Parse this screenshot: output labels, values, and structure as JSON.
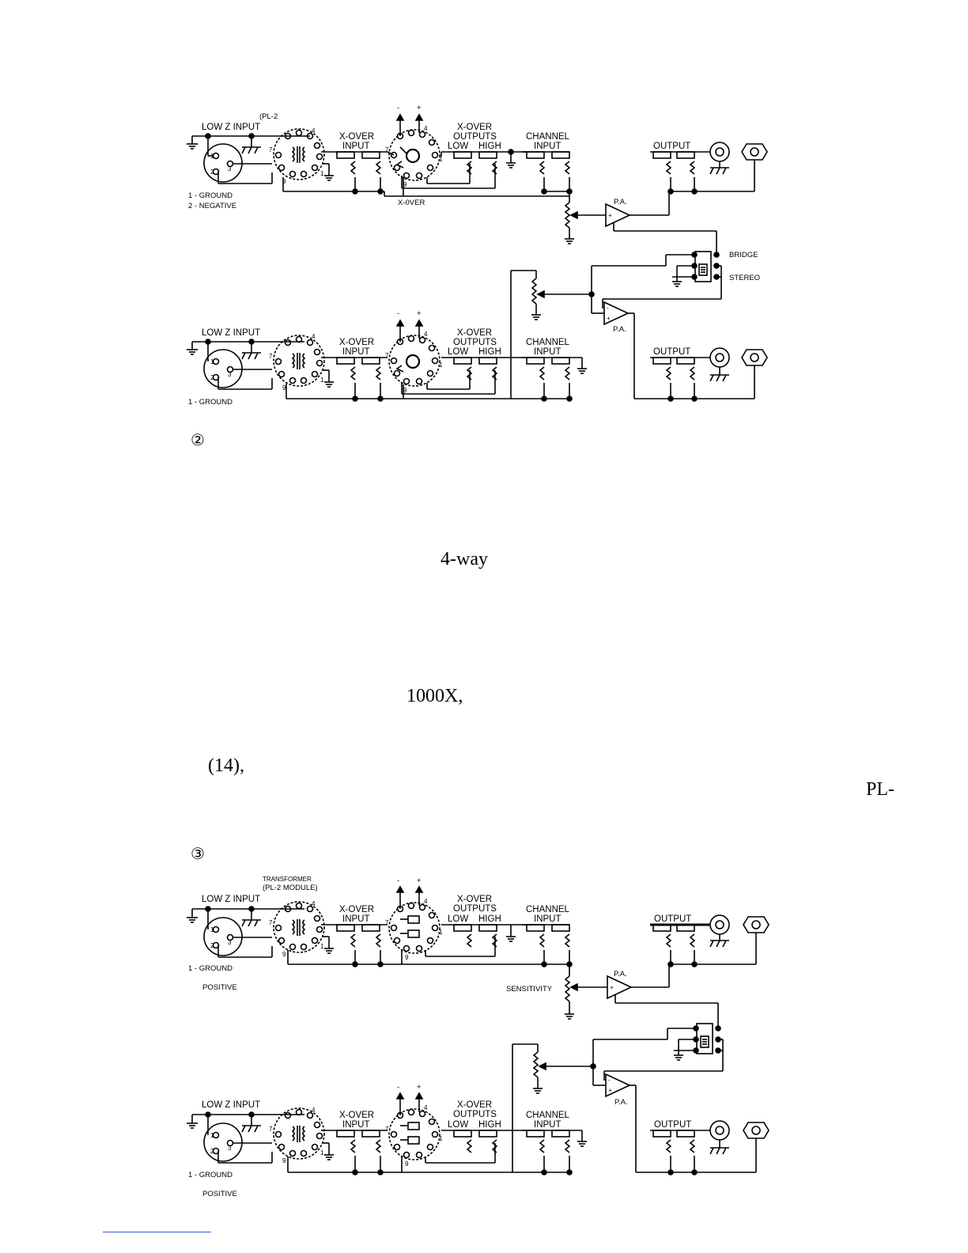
{
  "figure2": {
    "marker": "②",
    "top": {
      "low_z_input": "LOW Z INPUT",
      "module_label": "(PL-2",
      "pin1": "1 - GROUND",
      "pin2": "2 - NEGATIVE",
      "xover_input": [
        "X-OVER",
        "INPUT"
      ],
      "xover_outputs": [
        "X-OVER",
        "OUTPUTS"
      ],
      "low": "LOW",
      "high": "HIGH",
      "channel_input": [
        "CHANNEL",
        "INPUT"
      ],
      "output": "OUTPUT",
      "minus": "-",
      "plus": "+",
      "xover": "X-0VER",
      "pa": "P.A.",
      "bridge": "BRIDGE",
      "stereo": "STEREO"
    },
    "bottom": {
      "low_z_input": "LOW Z INPUT",
      "pin1": "1 - GROUND",
      "xover_input": [
        "X-OVER",
        "INPUT"
      ],
      "xover_outputs": [
        "X-OVER",
        "OUTPUTS"
      ],
      "low": "LOW",
      "high": "HIGH",
      "channel_input": [
        "CHANNEL",
        "INPUT"
      ],
      "output": "OUTPUT",
      "minus": "-",
      "plus": "+",
      "pa": "P.A."
    }
  },
  "body_fragments": {
    "four_way": "4-way",
    "model": "1000X,",
    "ref": "(14),",
    "pl": "PL-"
  },
  "figure3": {
    "marker": "③",
    "top": {
      "module_label_a": "TRANSFORMER",
      "module_label_b": "(PL-2 MODULE)",
      "low_z_input": "LOW Z INPUT",
      "pin1": "1 - GROUND",
      "positive": "POSITIVE",
      "xover_input": [
        "X-OVER",
        "INPUT"
      ],
      "xover_outputs": [
        "X-OVER",
        "OUTPUTS"
      ],
      "low": "LOW",
      "high": "HIGH",
      "channel_input": [
        "CHANNEL",
        "INPUT"
      ],
      "output": "OUTPUT",
      "minus": "-",
      "plus": "+",
      "pa": "P.A.",
      "sensitivity": "SENSITIVITY"
    },
    "bottom": {
      "low_z_input": "LOW Z INPUT",
      "pin1": "1 - GROUND",
      "positive": "POSITIVE",
      "xover_input": [
        "X-OVER",
        "INPUT"
      ],
      "xover_outputs": [
        "X-OVER",
        "OUTPUTS"
      ],
      "low": "LOW",
      "high": "HIGH",
      "channel_input": [
        "CHANNEL",
        "INPUT"
      ],
      "output": "OUTPUT",
      "minus": "-",
      "plus": "+",
      "pa": "P.A."
    }
  }
}
